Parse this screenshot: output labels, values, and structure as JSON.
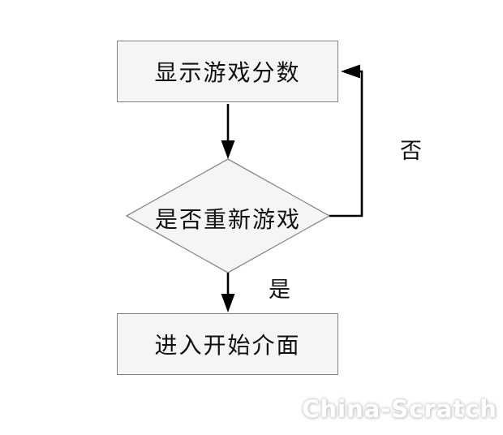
{
  "flowchart": {
    "nodes": [
      {
        "id": "display-score",
        "type": "process",
        "label": "显示游戏分数"
      },
      {
        "id": "restart-decision",
        "type": "decision",
        "label": "是否重新游戏"
      },
      {
        "id": "start-screen",
        "type": "process",
        "label": "进入开始介面"
      }
    ],
    "edges": [
      {
        "from": "display-score",
        "to": "restart-decision",
        "label": ""
      },
      {
        "from": "restart-decision",
        "to": "start-screen",
        "label": "是"
      },
      {
        "from": "restart-decision",
        "to": "display-score",
        "label": "否"
      }
    ],
    "labels": {
      "yes": "是",
      "no": "否"
    }
  },
  "watermark": {
    "text": "China-Scratch"
  },
  "colors": {
    "node_fill": "#f5f5f5",
    "node_border": "#808080",
    "connector": "#000000",
    "text": "#111111"
  }
}
